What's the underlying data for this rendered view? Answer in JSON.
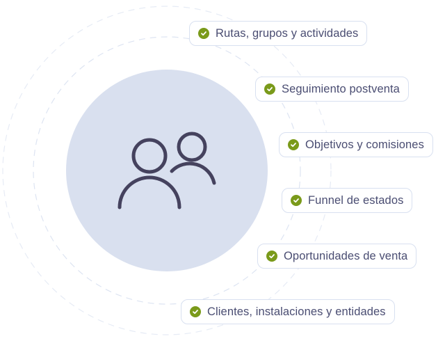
{
  "diagram": {
    "center_icon": "users-icon",
    "colors": {
      "hub_fill": "#d9e0ef",
      "icon_stroke": "#45425e",
      "check_fill": "#7a9a1a",
      "label_text": "#4a4d72",
      "pill_border": "#d8e0f0",
      "ring_dash": "#dde4f2"
    },
    "features": [
      {
        "label": "Rutas, grupos y actividades",
        "icon": "check-circle-icon"
      },
      {
        "label": "Seguimiento postventa",
        "icon": "check-circle-icon"
      },
      {
        "label": "Objetivos y comisiones",
        "icon": "check-circle-icon"
      },
      {
        "label": "Funnel de estados",
        "icon": "check-circle-icon"
      },
      {
        "label": "Oportunidades de venta",
        "icon": "check-circle-icon"
      },
      {
        "label": "Clientes, instalaciones y entidades",
        "icon": "check-circle-icon"
      }
    ]
  }
}
